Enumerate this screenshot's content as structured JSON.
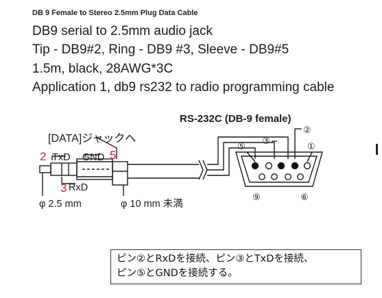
{
  "header": {
    "title": "DB 9 Female to Stereo 2.5mm Plug Data Cable",
    "lines": [
      "DB9 serial to 2.5mm audio jack",
      "Tip - DB9#2, Ring - DB9 #3, Sleeve - DB9#5",
      "1.5m, black, 28AWG*3C",
      "Application 1, db9 rs232 to radio programming cable"
    ]
  },
  "diagram": {
    "connector_title": "RS-232C (DB-9 female)",
    "jack_title": "[DATA]ジャックへ",
    "txd": "TxD",
    "gnd": "GND",
    "rxd": "RxD",
    "pin_tip": "2",
    "pin_sleeve": "5",
    "pin_ring": "3",
    "plug_size": "φ 2.5 mm",
    "body_size": "φ 10 mm 未満",
    "pin_labels": [
      "②",
      "③",
      "⑤",
      "①",
      "⑨",
      "⑥"
    ],
    "note_line1": "ピン②とRxDを接続、ピン③とTxDを接続、",
    "note_line2": "ピン⑤とGNDを接続する。"
  },
  "colors": {
    "red": "#d42020",
    "line": "#1a1a1a"
  }
}
